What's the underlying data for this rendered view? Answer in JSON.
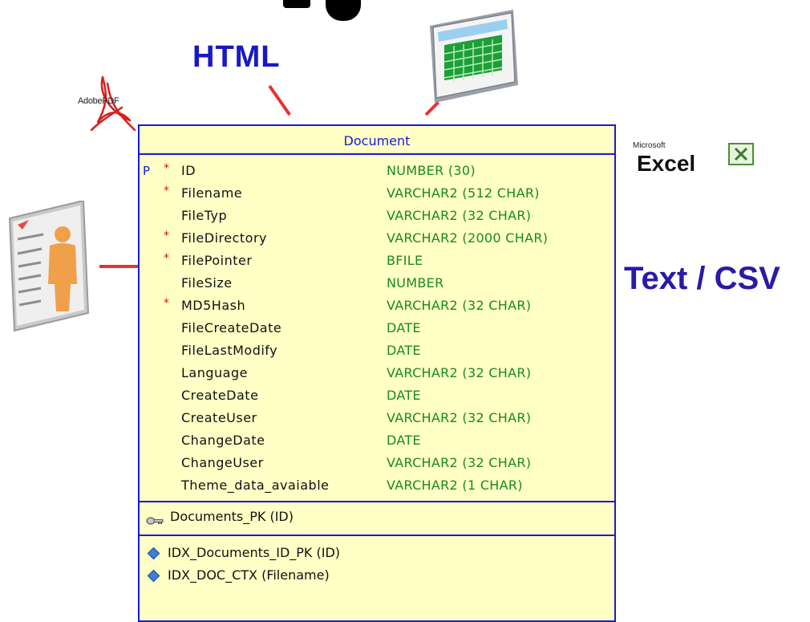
{
  "labels": {
    "html": "HTML",
    "text_csv": "Text / CSV",
    "adobe_pdf": "AdobePDF",
    "excel_small": "Microsoft",
    "excel_big": "Excel"
  },
  "entity": {
    "title": "Document",
    "columns": [
      {
        "pk": "P",
        "required": "*",
        "name": "ID",
        "type": "NUMBER (30)"
      },
      {
        "pk": "",
        "required": "*",
        "name": "Filename",
        "type": "VARCHAR2 (512 CHAR)"
      },
      {
        "pk": "",
        "required": "",
        "name": "FileTyp",
        "type": "VARCHAR2 (32 CHAR)"
      },
      {
        "pk": "",
        "required": "*",
        "name": "FileDirectory",
        "type": "VARCHAR2 (2000 CHAR)"
      },
      {
        "pk": "",
        "required": "*",
        "name": "FilePointer",
        "type": "BFILE"
      },
      {
        "pk": "",
        "required": "",
        "name": "FileSize",
        "type": "NUMBER"
      },
      {
        "pk": "",
        "required": "*",
        "name": "MD5Hash",
        "type": "VARCHAR2 (32 CHAR)"
      },
      {
        "pk": "",
        "required": "",
        "name": "FileCreateDate",
        "type": "DATE"
      },
      {
        "pk": "",
        "required": "",
        "name": "FileLastModify",
        "type": "DATE"
      },
      {
        "pk": "",
        "required": "",
        "name": "Language",
        "type": "VARCHAR2 (32 CHAR)"
      },
      {
        "pk": "",
        "required": "",
        "name": "CreateDate",
        "type": "DATE"
      },
      {
        "pk": "",
        "required": "",
        "name": "CreateUser",
        "type": "VARCHAR2 (32 CHAR)"
      },
      {
        "pk": "",
        "required": "",
        "name": "ChangeDate",
        "type": "DATE"
      },
      {
        "pk": "",
        "required": "",
        "name": "ChangeUser",
        "type": "VARCHAR2 (32 CHAR)"
      },
      {
        "pk": "",
        "required": "",
        "name": "Theme_data_avaiable",
        "type": "VARCHAR2 (1 CHAR)"
      }
    ],
    "primary_key": "Documents_PK (ID)",
    "indexes": [
      "IDX_Documents_ID_PK (ID)",
      "IDX_DOC_CTX (Filename)"
    ]
  },
  "colors": {
    "entity_border": "#1a1ad6",
    "entity_fill": "#ffffc6",
    "type_text": "#1a8a1a",
    "required_marker": "#d01818",
    "connector": "#e8322f"
  }
}
